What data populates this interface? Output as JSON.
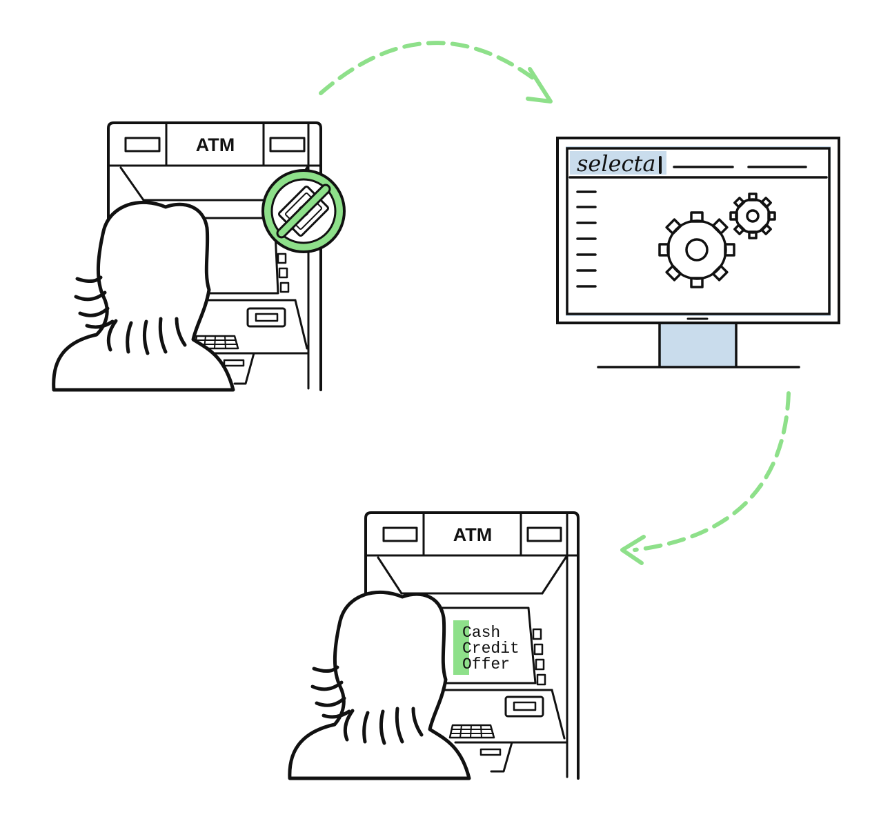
{
  "atm_top": {
    "label": "ATM",
    "status_icon": "no-cash-icon"
  },
  "atm_bottom": {
    "label": "ATM",
    "screen_options": [
      "Cash",
      "Credit",
      "Offer"
    ]
  },
  "monitor": {
    "brand": "selecta",
    "icon": "gears-icon"
  },
  "arrows": {
    "color": "#8ee08a"
  },
  "colors": {
    "accent": "#8ee08a",
    "ink": "#111111",
    "screen_tint": "#c9dcec"
  }
}
